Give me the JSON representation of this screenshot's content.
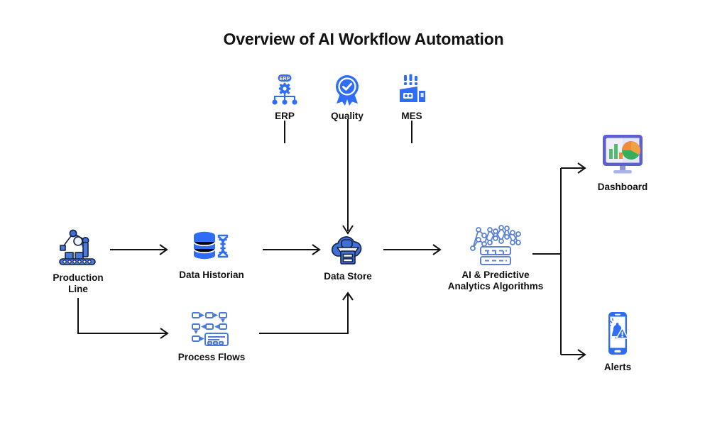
{
  "page": {
    "title": "Overview of AI Workflow Automation",
    "background_color": "#ffffff",
    "text_color": "#111111",
    "accent_blue": "#2f6df6",
    "accent_blue_light": "#5b82d6",
    "connector_color": "#111111"
  },
  "nodes": {
    "erp": {
      "label": "ERP",
      "icon": "erp-hierarchy-icon",
      "badge_text": "ERP"
    },
    "quality": {
      "label": "Quality",
      "icon": "quality-award-badge-icon"
    },
    "mes": {
      "label": "MES",
      "icon": "mes-factory-icon"
    },
    "production_line": {
      "label": "Production\nLine",
      "icon": "production-line-robot-arm-icon"
    },
    "data_historian": {
      "label": "Data Historian",
      "icon": "data-historian-database-dna-icon"
    },
    "process_flows": {
      "label": "Process Flows",
      "icon": "process-flows-flowchart-icon"
    },
    "data_store": {
      "label": "Data Store",
      "icon": "data-store-cloud-server-icon"
    },
    "ai_analytics": {
      "label": "AI & Predictive\nAnalytics Algorithms",
      "icon": "ai-neural-network-server-icon"
    },
    "dashboard": {
      "label": "Dashboard",
      "icon": "dashboard-monitor-chart-icon"
    },
    "alerts": {
      "label": "Alerts",
      "icon": "alerts-phone-bell-icon"
    }
  },
  "connectors": [
    {
      "name": "production-line-to-data-historian",
      "type": "arrow-right"
    },
    {
      "name": "data-historian-to-data-store",
      "type": "arrow-right"
    },
    {
      "name": "production-line-to-process-flows",
      "type": "elbow-down-right-arrow"
    },
    {
      "name": "process-flows-to-data-store",
      "type": "elbow-right-up-arrow"
    },
    {
      "name": "quality-to-data-store",
      "type": "arrow-down"
    },
    {
      "name": "erp-stub",
      "type": "line-stub"
    },
    {
      "name": "mes-stub",
      "type": "line-stub"
    },
    {
      "name": "data-store-to-ai-analytics",
      "type": "arrow-right"
    },
    {
      "name": "ai-analytics-to-dashboard-and-alerts",
      "type": "split-branch-arrows"
    }
  ]
}
